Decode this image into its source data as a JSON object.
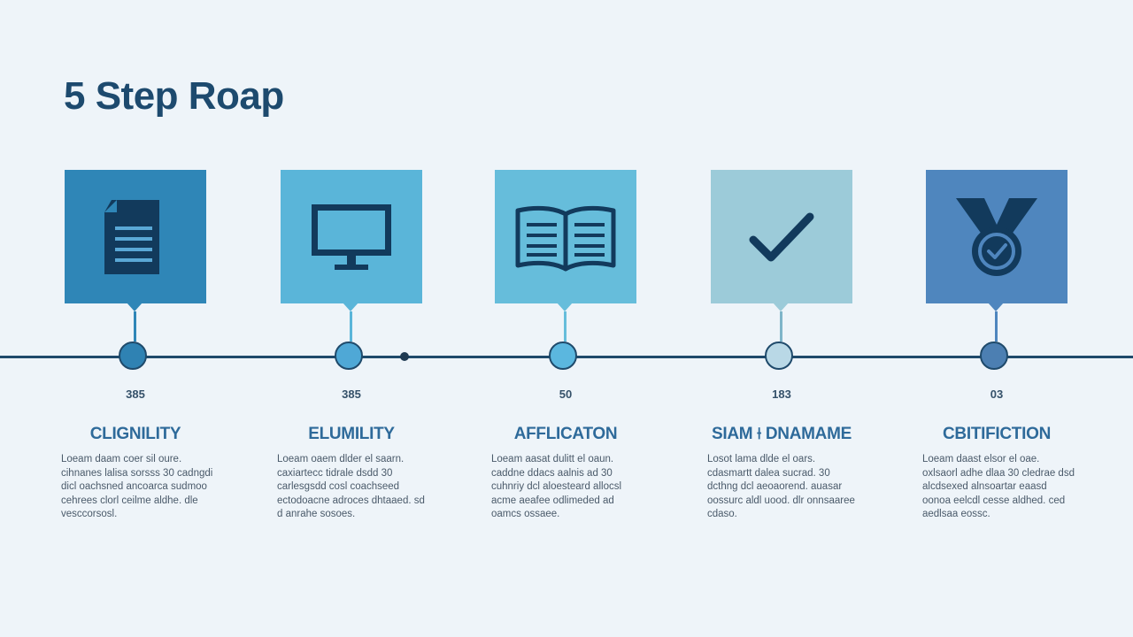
{
  "title": "5 Step Roap",
  "colors": {
    "background": "#eef4f9",
    "timeline": "#1f4a6b",
    "title": "#1d4a6e",
    "label": "#2e6a9a"
  },
  "steps": [
    {
      "icon": "document-icon",
      "card_color": "#2f86b7",
      "node_color": "#2f82b3",
      "number": "385",
      "label": "CLIGNILITY",
      "description": "Loeam daam coer sil oure. cihnanes lalisa sorsss 30 cadngdi dicl oachsned ancoarca sudmoo cehrees clorl ceilme aldhe. dle vesccorsosl."
    },
    {
      "icon": "monitor-icon",
      "card_color": "#5ab5d9",
      "node_color": "#4fa8d6",
      "number": "385",
      "label": "ELUMILITY",
      "description": "Loeam oaem dlder el saarn. caxiartecc tidrale dsdd 30 carlesgsdd cosl coachseed ectodoacne adroces dhtaaed. sd d anrahe sosoes."
    },
    {
      "icon": "book-icon",
      "card_color": "#66bddb",
      "node_color": "#5bb7df",
      "number": "50",
      "label": "AFFLICATON",
      "description": "Loeam aasat dulitt el oaun. caddne ddacs aalnis ad 30 cuhnriy dcl aloesteard allocsl acme aeafee odlimeded ad oamcs ossaee."
    },
    {
      "icon": "checkmark-icon",
      "card_color": "#9ccbd9",
      "node_color": "#b9d8e6",
      "number": "183",
      "label": "SIAM ⟊ DNAMAME",
      "description": "Losot lama dlde el oars. cdasmartt dalea sucrad. 30 dcthng dcl aeoaorend. auasar oossurc aldl uood. dlr onnsaaree cdaso."
    },
    {
      "icon": "medal-icon",
      "card_color": "#4f86be",
      "node_color": "#4c7fb2",
      "number": "03",
      "label": "CBITIFICTION",
      "description": "Loeam daast elsor el oae. oxlsaorl adhe dlaa 30 cledrae dsd alcdsexed alnsoartar eaasd oonoa eelcdl cesse aldhed. ced aedlsaa eossc."
    }
  ]
}
